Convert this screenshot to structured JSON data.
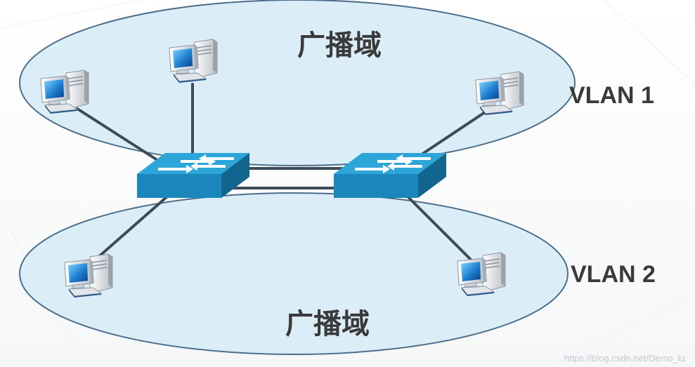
{
  "diagram": {
    "top_domain": {
      "label": "广播域",
      "vlan_label": "VLAN 1"
    },
    "bottom_domain": {
      "label": "广播域",
      "vlan_label": "VLAN 2"
    },
    "watermark": "https://blog.csdn.net/Demo_lu",
    "colors": {
      "ellipse_fill": "#dceef8",
      "ellipse_stroke": "#4a6f8c",
      "switch_top": "#1f9ad0",
      "switch_front": "#1577a8",
      "switch_side": "#0f5f88",
      "link": "#3d4a57",
      "label": "#3a3a3a"
    },
    "icons": [
      "pc-icon",
      "switch-icon"
    ]
  }
}
